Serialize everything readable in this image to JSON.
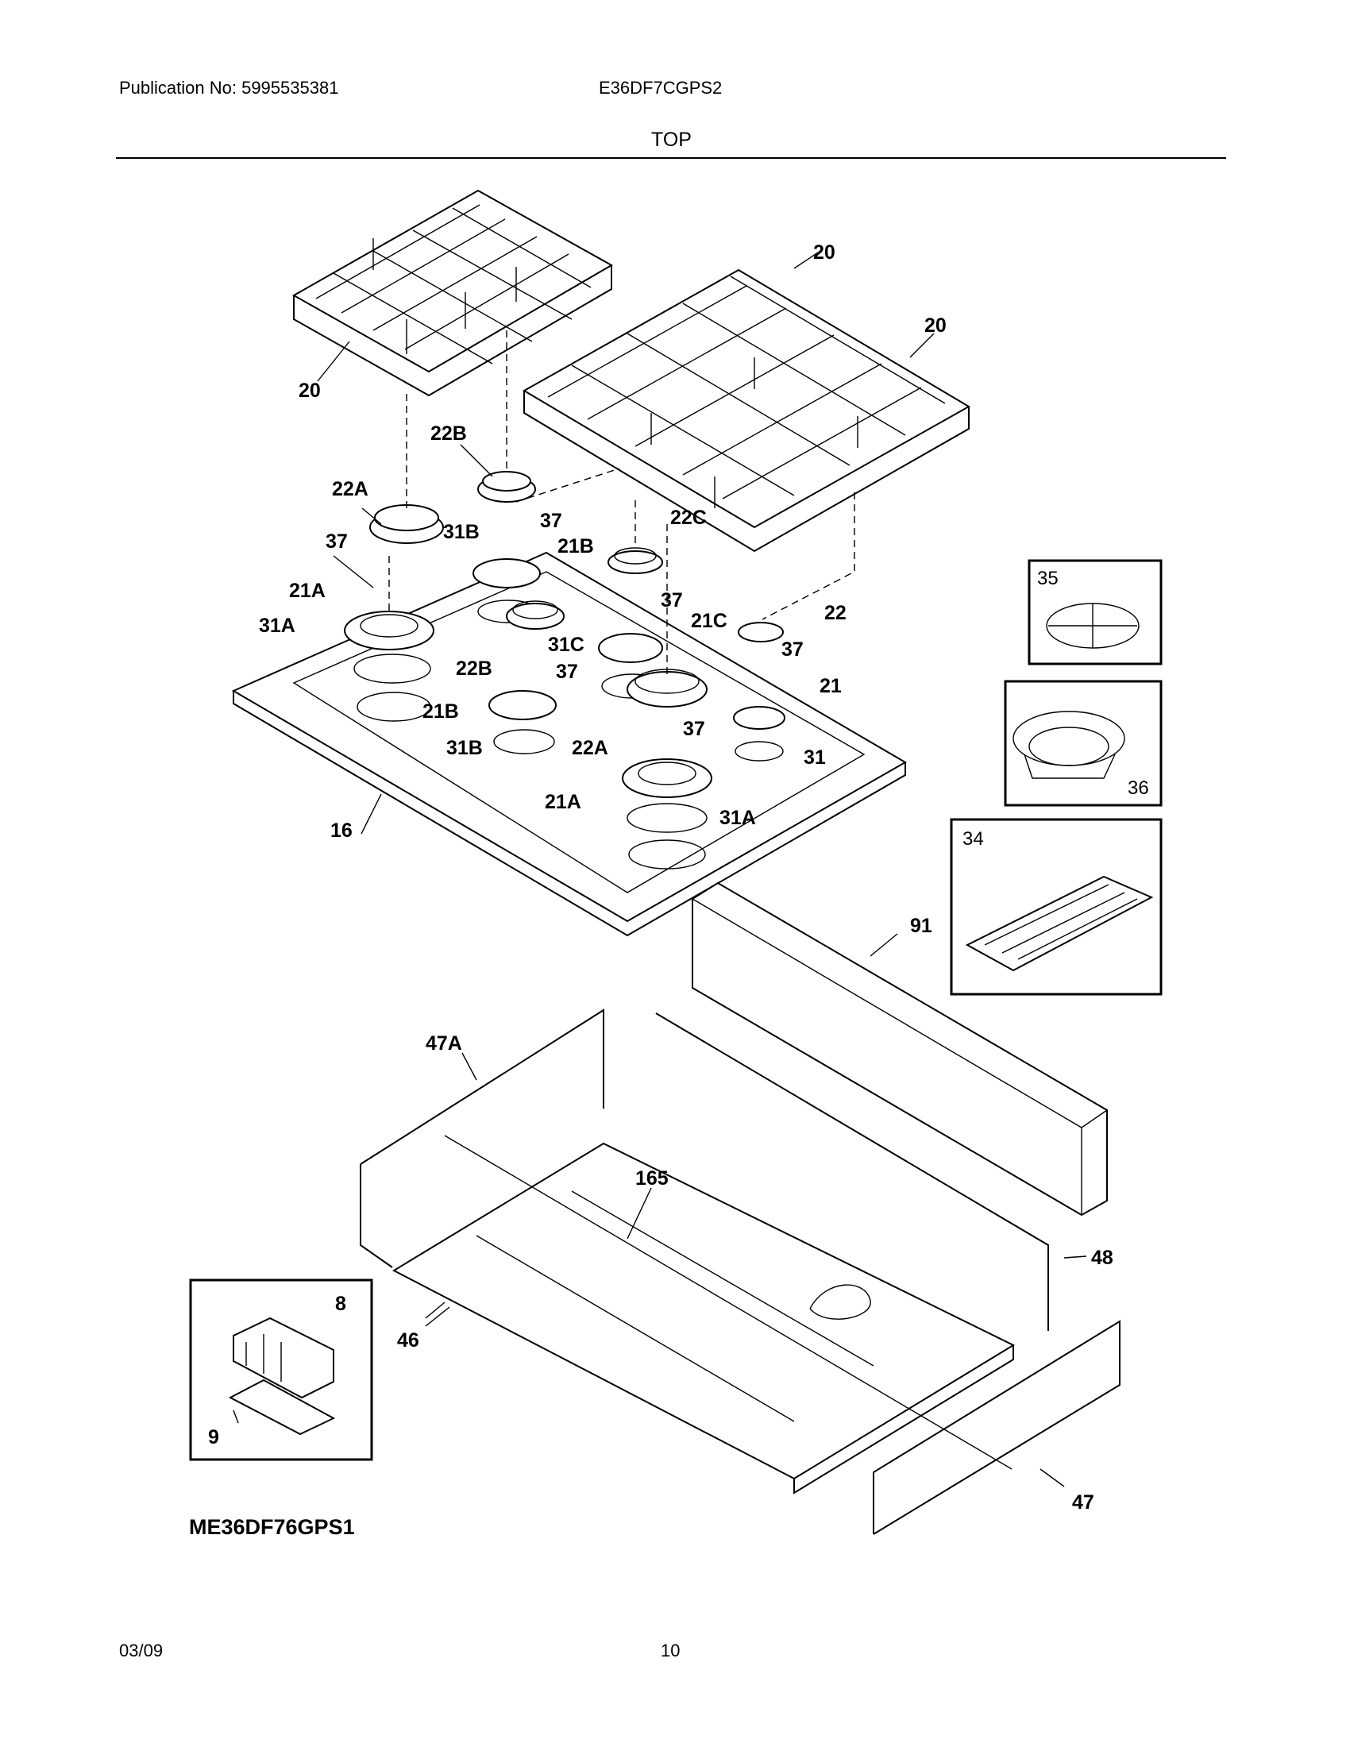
{
  "header": {
    "publication": "Publication No: 5995535381",
    "model": "E36DF7CGPS2",
    "section": "TOP"
  },
  "footer": {
    "date": "03/09",
    "page": "10"
  },
  "diagram": {
    "code": "ME36DF76GPS1",
    "callouts": [
      "20",
      "20",
      "20",
      "22B",
      "22A",
      "37",
      "31B",
      "21B",
      "22C",
      "37",
      "21A",
      "31A",
      "22",
      "37",
      "21C",
      "31C",
      "22B",
      "37",
      "21B",
      "31B",
      "22A",
      "37",
      "21",
      "31",
      "21A",
      "31A",
      "16",
      "35",
      "36",
      "34",
      "91",
      "47A",
      "165",
      "48",
      "8",
      "46",
      "9",
      "47"
    ]
  }
}
